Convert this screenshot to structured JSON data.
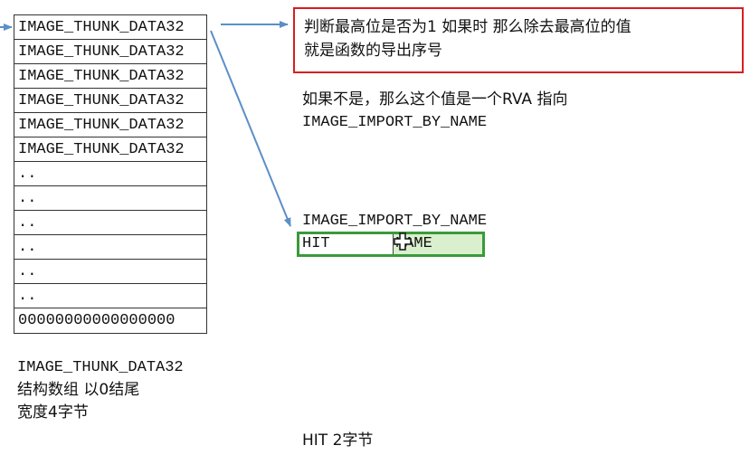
{
  "thunk_table": {
    "rows": [
      "IMAGE_THUNK_DATA32",
      "IMAGE_THUNK_DATA32",
      "IMAGE_THUNK_DATA32",
      "IMAGE_THUNK_DATA32",
      "IMAGE_THUNK_DATA32",
      "IMAGE_THUNK_DATA32",
      "..",
      "..",
      "..",
      "..",
      "..",
      "..",
      "00000000000000000"
    ],
    "caption": [
      "IMAGE_THUNK_DATA32",
      "结构数组 以0结尾",
      "宽度4字节"
    ]
  },
  "note_box": {
    "line1": "判断最高位是否为1 如果时 那么除去最高位的值",
    "line2": "就是函数的导出序号"
  },
  "rva_note": {
    "line1": "如果不是，那么这个值是一个RVA 指向",
    "line2": "IMAGE_IMPORT_BY_NAME"
  },
  "import_by_name": {
    "title": "IMAGE_IMPORT_BY_NAME",
    "hit_label": "HIT",
    "name_label": "NAME"
  },
  "hit_caption": "HIT 2字节",
  "colors": {
    "arrow": "#5b8fc7",
    "note_border": "#d62020",
    "name_outline": "#3a9a3a",
    "name_fill": "#d9efcd"
  }
}
